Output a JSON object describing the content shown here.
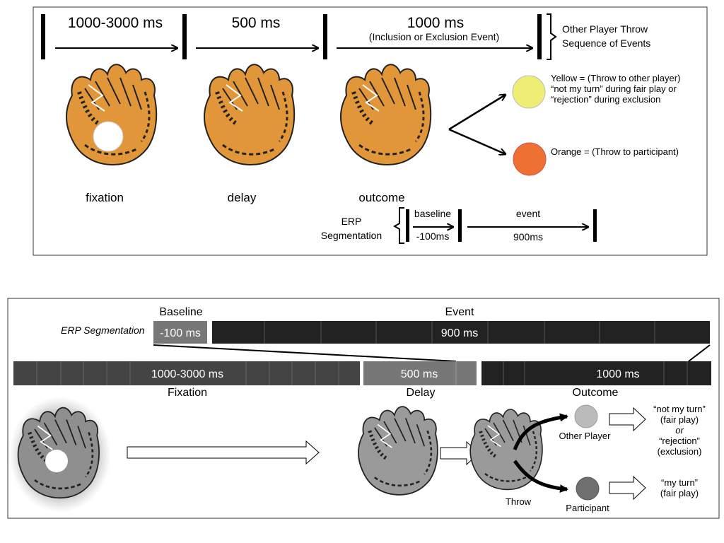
{
  "top_panel": {
    "phase1_duration": "1000-3000 ms",
    "phase2_duration": "500 ms",
    "phase3_duration": "1000 ms",
    "phase3_note": "(Inclusion or Exclusion Event)",
    "sequence_label_line1": "Other Player Throw",
    "sequence_label_line2": "Sequence of Events",
    "labels": {
      "fixation": "fixation",
      "delay": "delay",
      "outcome": "outcome"
    },
    "legend": {
      "yellow_line1": "Yellow = (Throw to other player)",
      "yellow_line2": "“not my turn” during fair play or",
      "yellow_line3": "“rejection” during exclusion",
      "orange": "Orange = (Throw to participant)",
      "yellow_color": "#eeee77",
      "orange_color": "#ee7033"
    },
    "erp": {
      "label_line1": "ERP",
      "label_line2": "Segmentation",
      "baseline": "baseline",
      "baseline_ms": "-100ms",
      "event": "event",
      "event_ms": "900ms"
    }
  },
  "bottom_panel": {
    "erp_segmentation": "ERP Segmentation",
    "baseline_title": "Baseline",
    "baseline_value": "-100 ms",
    "event_title": "Event",
    "event_value": "900 ms",
    "fixation_value": "1000-3000 ms",
    "fixation_title": "Fixation",
    "delay_value": "500 ms",
    "delay_title": "Delay",
    "outcome_value": "1000 ms",
    "outcome_title": "Outcome",
    "throw": "Throw",
    "other_player": "Other Player",
    "participant": "Participant",
    "other_result_line1": "“not my turn”",
    "other_result_line2": "(fair play)",
    "other_result_or": "or",
    "other_result_line3": "“rejection”",
    "other_result_line4": "(exclusion)",
    "participant_result_line1": "“my turn”",
    "participant_result_line2": "(fair play)"
  },
  "colors": {
    "glove": "#e2963a",
    "glove_dark": "#b86a1c",
    "bar_dark": "#222222",
    "bar_mid": "#444444",
    "bar_light": "#777777"
  }
}
